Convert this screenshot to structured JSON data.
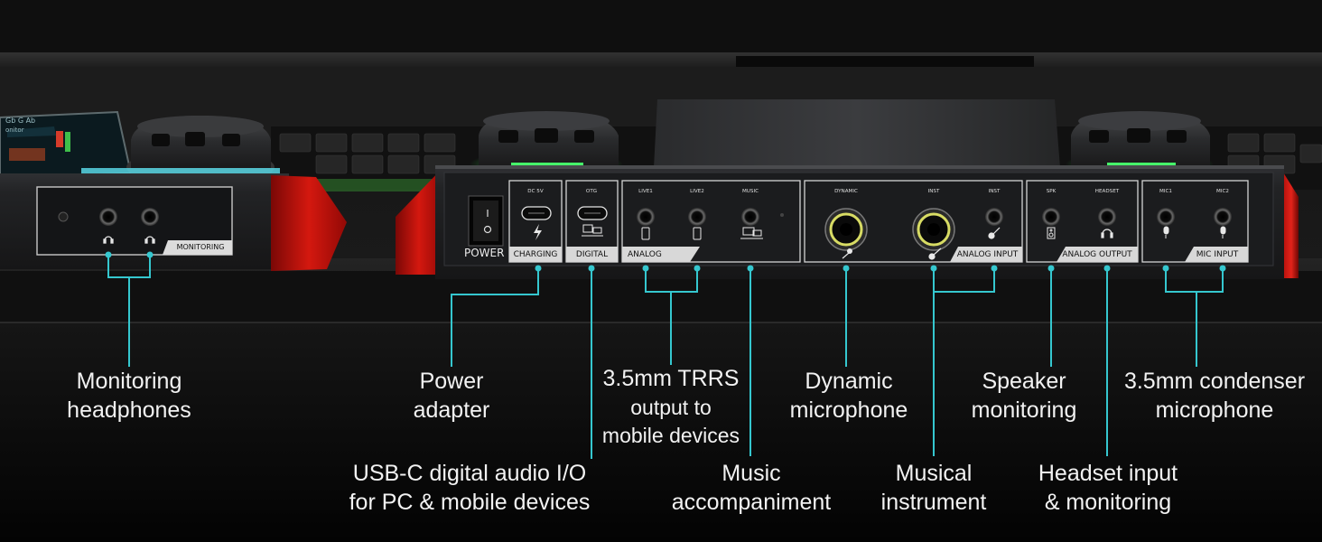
{
  "screen": {
    "line1": "Gb  G  Ab",
    "line2": "onitor"
  },
  "left_panel": {
    "label": "MONITORING"
  },
  "panel": {
    "power_label": "POWER",
    "dc_label": "DC 5V",
    "charging_label": "CHARGING",
    "otg_label": "OTG",
    "digital_label": "DIGITAL",
    "live1_label": "LIVE1",
    "live2_label": "LIVE2",
    "music_label": "MUSIC",
    "analog_label": "ANALOG",
    "dynamic_label": "DYNAMIC",
    "inst1_label": "INST",
    "inst2_label": "INST",
    "analog_input_label": "ANALOG INPUT",
    "spk_label": "SPK",
    "headset_label": "HEADSET",
    "analog_output_label": "ANALOG OUTPUT",
    "mic1_label": "MIC1",
    "mic2_label": "MIC2",
    "mic_input_label": "MIC INPUT"
  },
  "callouts": {
    "monitoring": [
      "Monitoring",
      "headphones"
    ],
    "power": [
      "Power",
      "adapter"
    ],
    "trrs": [
      "3.5mm TRRS",
      "output to",
      "mobile devices"
    ],
    "dynamic": [
      "Dynamic",
      "microphone"
    ],
    "speaker": [
      "Speaker",
      "monitoring"
    ],
    "condenser": [
      "3.5mm condenser",
      "microphone"
    ],
    "usbc": [
      "USB-C digital audio I/O",
      "for PC & mobile devices"
    ],
    "music": [
      "Music",
      "accompaniment"
    ],
    "instrument": [
      "Musical",
      "instrument"
    ],
    "headset": [
      "Headset input",
      "& monitoring"
    ]
  },
  "colors": {
    "leader": "#35c7cf",
    "accent_red": "#c4100e",
    "panel_bg": "#1b1c1e",
    "text": "#f2f2f2",
    "ring_yellow": "#d8dc64"
  }
}
